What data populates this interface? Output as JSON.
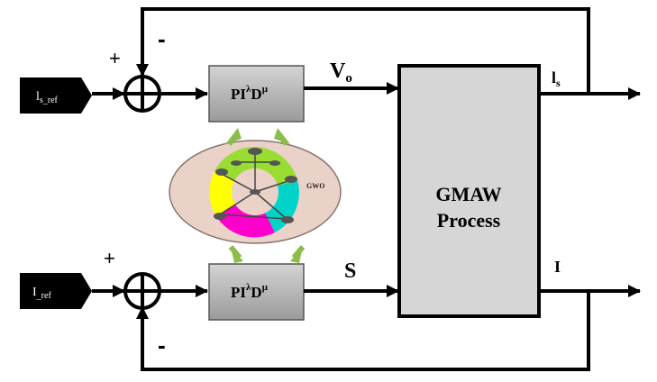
{
  "inputs": {
    "top": {
      "main": "l",
      "sub": "s_ref"
    },
    "bottom": {
      "main": "I",
      "sub": "_ref"
    }
  },
  "signs": {
    "top_plus": "+",
    "top_minus": "-",
    "bottom_plus": "+",
    "bottom_minus": "-"
  },
  "controllers": {
    "top": {
      "main": "PI",
      "sup1": "λ",
      "mid": "D",
      "sup2": "μ"
    },
    "bottom": {
      "main": "PI",
      "sup1": "λ",
      "mid": "D",
      "sup2": "μ"
    }
  },
  "signals": {
    "vo": {
      "main": "V",
      "sub": "o"
    },
    "s": "S",
    "ls": {
      "main": "l",
      "sub": "s"
    },
    "i": "I"
  },
  "process": {
    "line1": "GMAW",
    "line2": "Process"
  },
  "optimizer": {
    "label": "GWO"
  },
  "colors": {
    "controller_fill": "#b9b9b9",
    "process_fill": "#d6d6d6",
    "ellipse_fill": "#ebd2c8",
    "arrow_green": "#8cbd4a",
    "wheel": [
      "#ffff00",
      "#00d4c8",
      "#ff00cc",
      "#99dd33"
    ]
  }
}
